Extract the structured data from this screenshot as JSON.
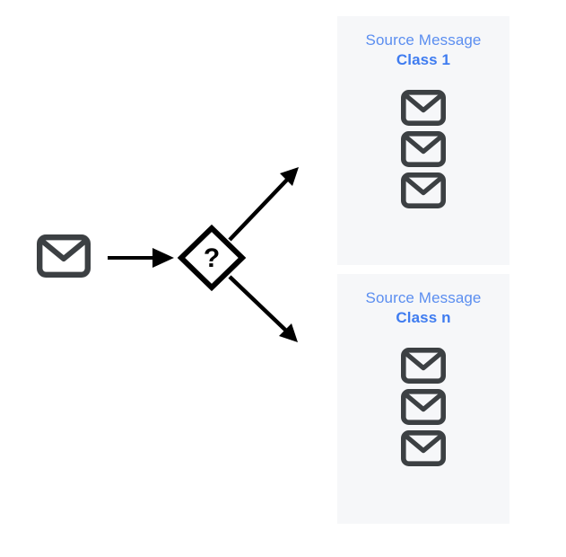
{
  "diagram": {
    "source": {
      "envelope_icon": "envelope-icon"
    },
    "decision": {
      "icon": "decision-diamond-icon",
      "label": "?"
    },
    "arrows": [
      {
        "name": "arrow-source-to-decision",
        "icon": "arrow-right-icon"
      },
      {
        "name": "arrow-decision-to-class-1",
        "icon": "arrow-up-right-icon"
      },
      {
        "name": "arrow-decision-to-class-n",
        "icon": "arrow-down-right-icon"
      }
    ],
    "panels": [
      {
        "title": "Source Message",
        "subtitle": "Class 1",
        "messages": [
          "envelope-icon",
          "envelope-icon",
          "envelope-icon"
        ]
      },
      {
        "title": "Source Message",
        "subtitle": "Class n",
        "messages": [
          "envelope-icon",
          "envelope-icon",
          "envelope-icon"
        ]
      }
    ]
  },
  "colors": {
    "panel_background": "#f6f7f9",
    "title_blue": "#5b8ef0",
    "subtitle_blue": "#3f7cf0",
    "envelope_gray": "#3c4043",
    "arrow_black": "#000000"
  }
}
